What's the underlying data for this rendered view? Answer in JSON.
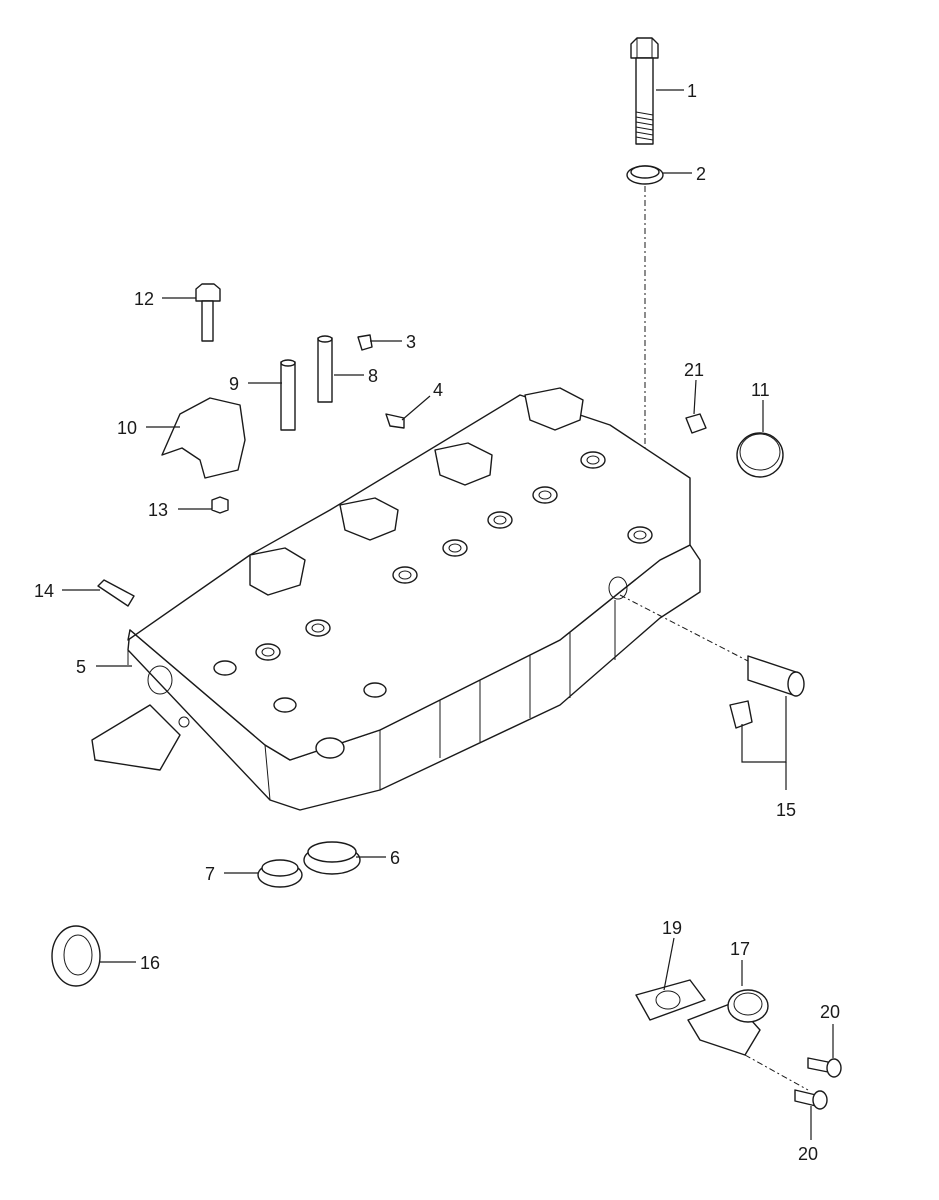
{
  "diagram": {
    "callouts": [
      {
        "id": "c1",
        "text": "1"
      },
      {
        "id": "c2",
        "text": "2"
      },
      {
        "id": "c3",
        "text": "3"
      },
      {
        "id": "c4",
        "text": "4"
      },
      {
        "id": "c5",
        "text": "5"
      },
      {
        "id": "c6",
        "text": "6"
      },
      {
        "id": "c7",
        "text": "7"
      },
      {
        "id": "c8",
        "text": "8"
      },
      {
        "id": "c9",
        "text": "9"
      },
      {
        "id": "c10",
        "text": "10"
      },
      {
        "id": "c11",
        "text": "11"
      },
      {
        "id": "c12",
        "text": "12"
      },
      {
        "id": "c13",
        "text": "13"
      },
      {
        "id": "c14",
        "text": "14"
      },
      {
        "id": "c15",
        "text": "15"
      },
      {
        "id": "c16",
        "text": "16"
      },
      {
        "id": "c17",
        "text": "17"
      },
      {
        "id": "c19",
        "text": "19"
      },
      {
        "id": "c20a",
        "text": "20"
      },
      {
        "id": "c20b",
        "text": "20"
      },
      {
        "id": "c21",
        "text": "21"
      }
    ]
  }
}
